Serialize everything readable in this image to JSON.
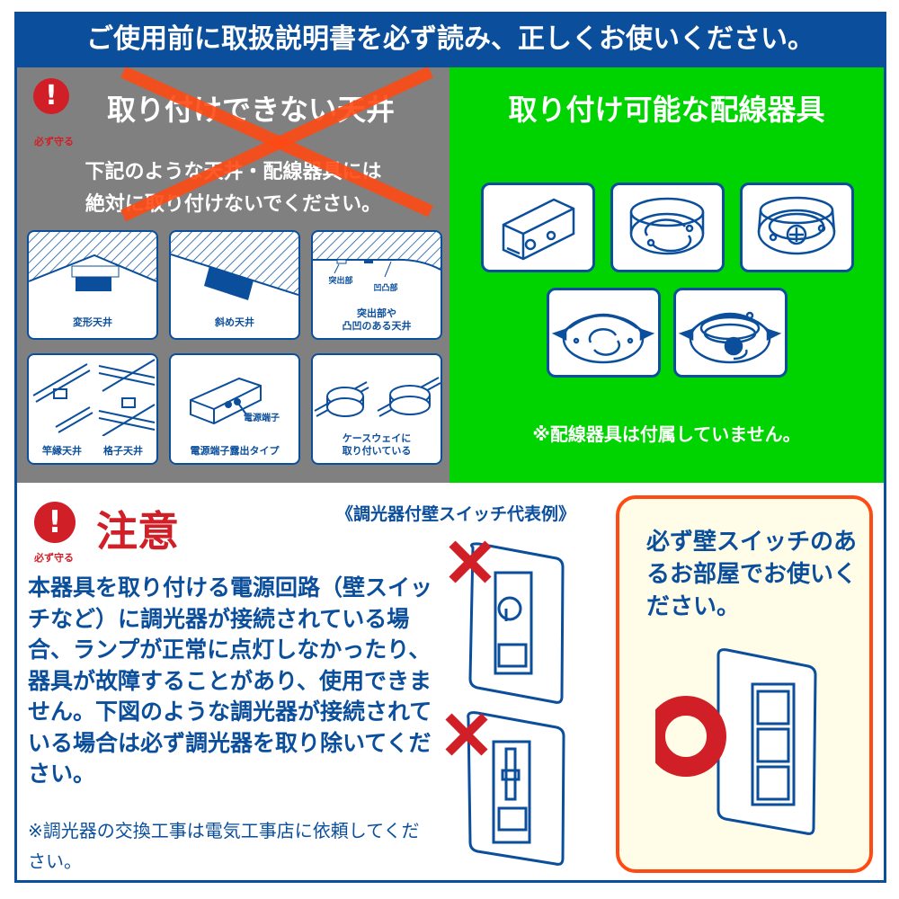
{
  "banner": {
    "text": "ご使用前に取扱説明書を必ず読み、正しくお使いください。"
  },
  "colors": {
    "brand_blue": "#0b4f9c",
    "warning_red": "#d01f26",
    "ok_green": "#00d400",
    "panel_gray": "#808080",
    "cross_orange": "#ff4a14",
    "note_bg": "#fffde8"
  },
  "not_installable": {
    "badge_label": "必ず守る",
    "badge_icon": "exclamation-icon",
    "title": "取り付けできない天井",
    "subtitle_line1": "下記のような天井・配線器具には",
    "subtitle_line2": "絶対に取り付けないでください。",
    "cards": [
      {
        "label": "変形天井"
      },
      {
        "label": "斜め天井"
      },
      {
        "label_line1": "突出部や",
        "label_line2": "凸凹のある天井",
        "callout_a": "突出部",
        "callout_b": "凹凸部"
      },
      {
        "label_a": "竿縁天井",
        "label_b": "格子天井"
      },
      {
        "label": "電源端子露出タイプ",
        "callout": "電源端子"
      },
      {
        "label_line1": "ケースウェイに",
        "label_line2": "取り付いている"
      }
    ]
  },
  "installable": {
    "title": "取り付け可能な配線器具",
    "note": "※配線器具は付属していません。",
    "devices": [
      "box-outlet-icon",
      "round-ceiling-rose-icon",
      "hooking-ceiling-icon",
      "flanged-ceiling-rose-icon",
      "flanged-hooking-ceiling-icon"
    ]
  },
  "caution": {
    "badge_label": "必ず守る",
    "title": "注意",
    "body": "本器具を取り付ける電源回路（壁スイッチなど）に調光器が接続されている場合、ランプが正常に点灯しなかったり、器具が故障することがあり、使用できません。下図のような調光器が接続されている場合は必ず調光器を取り除いてください。",
    "note": "※調光器の交換工事は電気工事店に依頼してください。",
    "examples_title": "《調光器付壁スイッチ代表例》"
  },
  "ok_box": {
    "text": "必ず壁スイッチのあるお部屋でお使いください。"
  }
}
